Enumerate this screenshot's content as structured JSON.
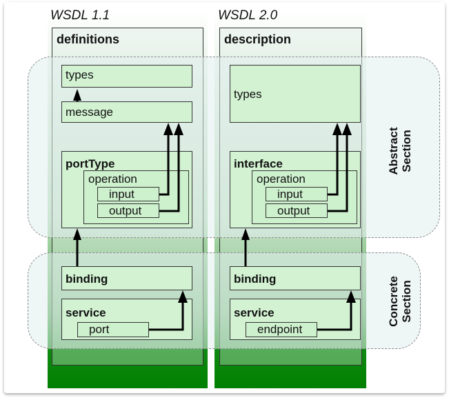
{
  "diagram": {
    "left": {
      "version_title": "WSDL 1.1",
      "root": "definitions",
      "types": "types",
      "message": "message",
      "port_type": "portType",
      "operation": "operation",
      "input": "input",
      "output": "output",
      "binding": "binding",
      "service": "service",
      "port": "port"
    },
    "right": {
      "version_title": "WSDL 2.0",
      "root": "description",
      "types": "types",
      "interface": "interface",
      "operation": "operation",
      "input": "input",
      "output": "output",
      "binding": "binding",
      "service": "service",
      "endpoint": "endpoint"
    },
    "sections": {
      "abstract": [
        "Abstract",
        "Section"
      ],
      "concrete": [
        "Concrete",
        "Section"
      ]
    },
    "colors": {
      "box_fill": "#d2f2d2",
      "column_bottom": "#008000",
      "section_fill": "#e1eeee"
    }
  }
}
